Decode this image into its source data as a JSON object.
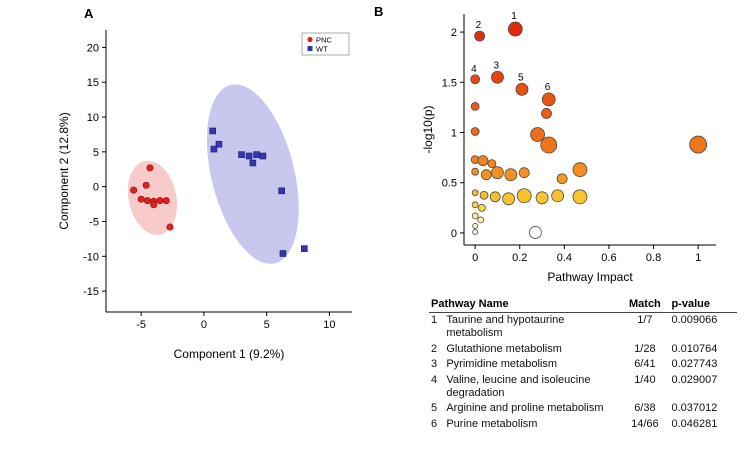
{
  "figure": {
    "panel_a_label": "A",
    "panel_b_label": "B"
  },
  "chart_data": [
    {
      "id": "pca-scores-plot",
      "type": "scatter",
      "xlabel": "Component 1 (9.2%)",
      "ylabel": "Component 2 (12.8%)",
      "xlim": [
        -7.8,
        11.8
      ],
      "ylim": [
        -18,
        22.5
      ],
      "xticks": [
        -5,
        0,
        5,
        10
      ],
      "yticks": [
        20,
        15,
        10,
        5,
        0,
        -5,
        -10,
        -15
      ],
      "grid": false,
      "legend_position": "top-right",
      "series": [
        {
          "name": "PNC",
          "marker": "circle",
          "color": "#e3211c",
          "edge": "#8f0f0c",
          "points": [
            [
              -4.3,
              2.7
            ],
            [
              -4.6,
              0.2
            ],
            [
              -5.6,
              -0.5
            ],
            [
              -5.0,
              -1.8
            ],
            [
              -4.5,
              -2.0
            ],
            [
              -4.0,
              -2.1
            ],
            [
              -3.5,
              -2.0
            ],
            [
              -3.0,
              -2.0
            ],
            [
              -4.0,
              -2.6
            ],
            [
              -2.7,
              -5.8
            ]
          ]
        },
        {
          "name": "WT",
          "marker": "square",
          "color": "#3535b2",
          "edge": "#1c1c6e",
          "points": [
            [
              0.7,
              8.0
            ],
            [
              1.2,
              6.1
            ],
            [
              0.8,
              5.4
            ],
            [
              3.0,
              4.6
            ],
            [
              3.6,
              4.4
            ],
            [
              4.2,
              4.6
            ],
            [
              4.7,
              4.4
            ],
            [
              3.9,
              3.4
            ],
            [
              6.2,
              -0.6
            ],
            [
              6.3,
              -9.6
            ],
            [
              8.0,
              -8.9
            ]
          ]
        }
      ],
      "ellipses": [
        {
          "group": "PNC",
          "cx": -4.1,
          "cy": -1.6,
          "rx": 1.9,
          "ry": 5.4,
          "rotation": -12,
          "color": "#f2a0a0",
          "opacity": 0.55
        },
        {
          "group": "WT",
          "cx": 3.9,
          "cy": 1.8,
          "rx": 3.3,
          "ry": 13.2,
          "rotation": -14,
          "color": "#9a9ae0",
          "opacity": 0.55
        }
      ]
    },
    {
      "id": "pathway-impact-plot",
      "type": "bubble",
      "xlabel": "Pathway Impact",
      "ylabel": "-log10(p)",
      "xlim": [
        -0.05,
        1.08
      ],
      "ylim": [
        -0.12,
        2.18
      ],
      "xticks": [
        0,
        0.2,
        0.4,
        0.6,
        0.8,
        1
      ],
      "yticks": [
        0,
        0.5,
        1,
        1.5,
        2
      ],
      "points": [
        {
          "x": 0.18,
          "y": 2.03,
          "r": 7,
          "color": "#e02a0c",
          "label": "1"
        },
        {
          "x": 0.02,
          "y": 1.96,
          "r": 5,
          "color": "#e13010",
          "label": "2"
        },
        {
          "x": 0.1,
          "y": 1.55,
          "r": 6,
          "color": "#e8420e",
          "label": "3"
        },
        {
          "x": 0.0,
          "y": 1.53,
          "r": 4.5,
          "color": "#e8480f",
          "label": "4"
        },
        {
          "x": 0.21,
          "y": 1.43,
          "r": 6,
          "color": "#ea4f12",
          "label": "5"
        },
        {
          "x": 0.33,
          "y": 1.33,
          "r": 6.5,
          "color": "#ea5413",
          "label": "6"
        },
        {
          "x": 0.0,
          "y": 1.26,
          "r": 4,
          "color": "#ec5a14"
        },
        {
          "x": 0.32,
          "y": 1.19,
          "r": 5,
          "color": "#ec5f15"
        },
        {
          "x": 0.0,
          "y": 1.01,
          "r": 4,
          "color": "#ee6a17"
        },
        {
          "x": 0.28,
          "y": 0.98,
          "r": 7,
          "color": "#ee6d18"
        },
        {
          "x": 0.33,
          "y": 0.875,
          "r": 8,
          "color": "#f07519"
        },
        {
          "x": 1.0,
          "y": 0.88,
          "r": 8.5,
          "color": "#f0761a"
        },
        {
          "x": 0.0,
          "y": 0.73,
          "r": 4,
          "color": "#f2821c"
        },
        {
          "x": 0.035,
          "y": 0.72,
          "r": 5,
          "color": "#f2831c"
        },
        {
          "x": 0.075,
          "y": 0.69,
          "r": 4,
          "color": "#f3861d"
        },
        {
          "x": 0.0,
          "y": 0.61,
          "r": 3.5,
          "color": "#f48f1e"
        },
        {
          "x": 0.05,
          "y": 0.58,
          "r": 5,
          "color": "#f4921f"
        },
        {
          "x": 0.1,
          "y": 0.6,
          "r": 6,
          "color": "#f49020"
        },
        {
          "x": 0.16,
          "y": 0.58,
          "r": 6,
          "color": "#f49221"
        },
        {
          "x": 0.22,
          "y": 0.6,
          "r": 5,
          "color": "#f49020"
        },
        {
          "x": 0.47,
          "y": 0.63,
          "r": 7,
          "color": "#f48d1f"
        },
        {
          "x": 0.39,
          "y": 0.54,
          "r": 5,
          "color": "#f59722"
        },
        {
          "x": 0.0,
          "y": 0.4,
          "r": 3,
          "color": "#f8b82a"
        },
        {
          "x": 0.04,
          "y": 0.375,
          "r": 4,
          "color": "#f9bc2b"
        },
        {
          "x": 0.09,
          "y": 0.36,
          "r": 5,
          "color": "#fac02d"
        },
        {
          "x": 0.15,
          "y": 0.34,
          "r": 6,
          "color": "#fbc42e"
        },
        {
          "x": 0.22,
          "y": 0.37,
          "r": 7,
          "color": "#fac12d"
        },
        {
          "x": 0.3,
          "y": 0.35,
          "r": 6,
          "color": "#fbc52f"
        },
        {
          "x": 0.37,
          "y": 0.37,
          "r": 6,
          "color": "#fac22e"
        },
        {
          "x": 0.47,
          "y": 0.36,
          "r": 7,
          "color": "#fbc32e"
        },
        {
          "x": 0.0,
          "y": 0.28,
          "r": 3,
          "color": "#fdd835"
        },
        {
          "x": 0.03,
          "y": 0.25,
          "r": 3.5,
          "color": "#fddc38"
        },
        {
          "x": 0.0,
          "y": 0.17,
          "r": 3,
          "color": "#fee98a"
        },
        {
          "x": 0.025,
          "y": 0.13,
          "r": 3,
          "color": "#fef0a8"
        },
        {
          "x": 0.0,
          "y": 0.07,
          "r": 2.5,
          "color": "#fff6c8"
        },
        {
          "x": 0.0,
          "y": 0.01,
          "r": 2.5,
          "color": "#ffffff"
        },
        {
          "x": 0.27,
          "y": 0.005,
          "r": 6,
          "color": "#ffffff"
        }
      ]
    }
  ],
  "table": {
    "headers": [
      "Pathway Name",
      "Match",
      "p-value"
    ],
    "rows": [
      {
        "num": "1",
        "name": "Taurine and hypotaurine metabolism",
        "match": "1/7",
        "p": "0.009066"
      },
      {
        "num": "2",
        "name": "Glutathione metabolism",
        "match": "1/28",
        "p": "0.010764"
      },
      {
        "num": "3",
        "name": "Pyrimidine metabolism",
        "match": "6/41",
        "p": "0.027743"
      },
      {
        "num": "4",
        "name": "Valine, leucine and isoleucine degradation",
        "match": "1/40",
        "p": "0.029007"
      },
      {
        "num": "5",
        "name": "Arginine and proline metabolism",
        "match": "6/38",
        "p": "0.037012"
      },
      {
        "num": "6",
        "name": "Purine metabolism",
        "match": "14/66",
        "p": "0.046281"
      }
    ]
  }
}
